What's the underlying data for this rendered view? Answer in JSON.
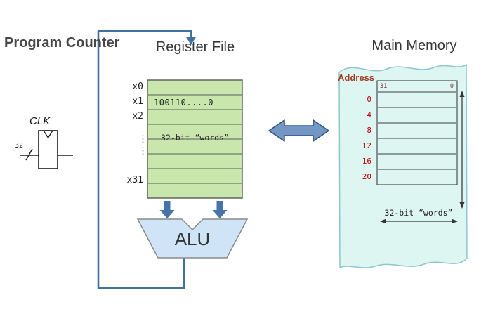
{
  "colors": {
    "arrow_blue": "#41719c",
    "bus_arrow_fill": "#7396c4",
    "register_green": "#c9e7ad",
    "memory_cyan": "#ddf6f2",
    "alu_blue": "#cfe4f6",
    "address_red": "#c00000"
  },
  "program_counter": {
    "label": "Program Counter",
    "clk_label": "CLK",
    "bus_width": "32"
  },
  "register_file": {
    "title": "Register File",
    "row_labels": [
      "x0",
      "x1",
      "x2",
      "x31"
    ],
    "ellipsis": "⋮",
    "x1_value": "100110....0",
    "word_size_label": "32-bit “words”"
  },
  "alu": {
    "label": "ALU"
  },
  "main_memory": {
    "title": "Main Memory",
    "address_label": "Address",
    "addresses": [
      "0",
      "4",
      "8",
      "12",
      "16",
      "20"
    ],
    "bit_index_high": "31",
    "bit_index_low": "0",
    "word_size_label": "32-bit “words”"
  }
}
